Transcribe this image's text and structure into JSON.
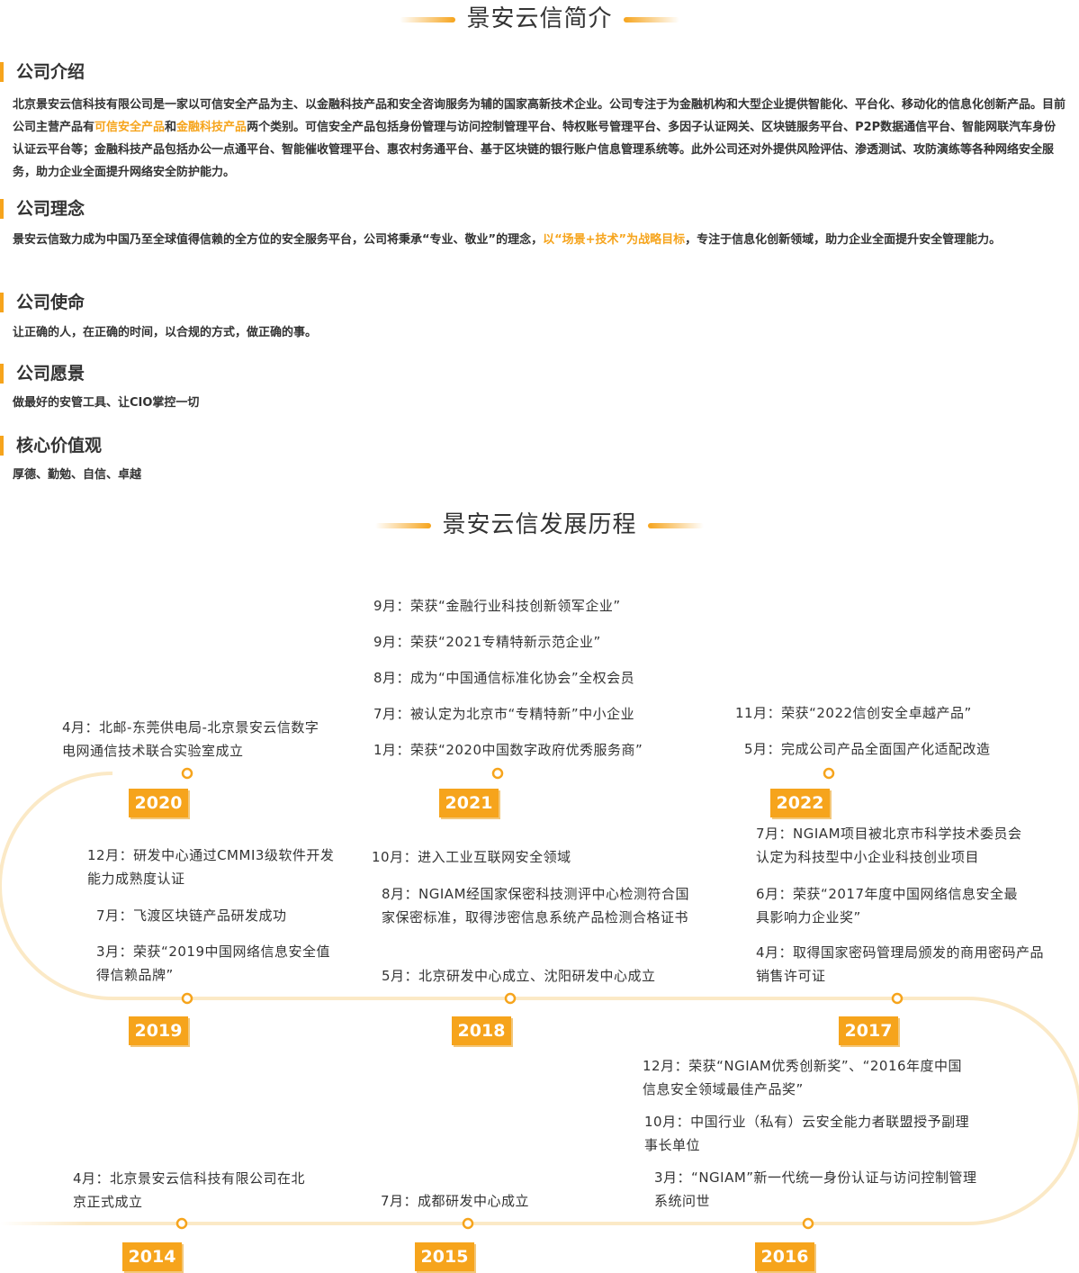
{
  "intro_title": "景安云信简介",
  "sections": [
    {
      "heading": "公司介绍",
      "text_a": "北京景安云信科技有限公司是一家以可信安全产品为主、以金融科技产品和安全咨询服务为辅的国家高新技术企业。公司专注于为金融机构和大型企业提供智能化、平台化、移动化的信息化创新产品。目前公司主营产品有",
      "hl1": "可信安全产品",
      "mid": "和",
      "hl2": "金融科技产品",
      "text_b": "两个类别。可信安全产品包括身份管理与访问控制管理平台、特权账号管理平台、多因子认证网关、区块链服务平台、P2P数据通信平台、智能网联汽车身份认证云平台等；金融科技产品包括办公一点通平台、智能催收管理平台、惠农村务通平台、基于区块链的银行账户信息管理系统等。此外公司还对外提供风险评估、渗透测试、攻防演练等各种网络安全服务，助力企业全面提升网络安全防护能力。"
    },
    {
      "heading": "公司理念",
      "text_a": "景安云信致力成为中国乃至全球值得信赖的全方位的安全服务平台，公司将秉承“专业、敬业”的理念，",
      "hl1": "以“场景+技术”为战略目标",
      "text_b": "，专注于信息化创新领域，助力企业全面提升安全管理能力。"
    },
    {
      "heading": "公司使命",
      "text_a": "让正确的人，在正确的时间，以合规的方式，做正确的事。"
    },
    {
      "heading": "公司愿景",
      "text_a": "做最好的安管工具、让CIO掌控一切"
    },
    {
      "heading": "核心价值观",
      "text_a": "厚德、勤勉、自信、卓越"
    }
  ],
  "history_title": "景安云信发展历程",
  "colors": {
    "accent": "#f6a41c",
    "track": "#fbe9c6"
  },
  "years": [
    "2020",
    "2021",
    "2022",
    "2019",
    "2018",
    "2017",
    "2014",
    "2015",
    "2016"
  ],
  "events": {
    "y2020": [
      "4月：北邮-东莞供电局-北京景安云信数字电网通信技术联合实验室成立"
    ],
    "y2021": [
      "9月：荣获“金融行业科技创新领军企业”",
      "9月：荣获“2021专精特新示范企业”",
      "8月：成为“中国通信标准化协会”全权会员",
      "7月：被认定为北京市“专精特新”中小企业",
      "1月：荣获“2020中国数字政府优秀服务商”"
    ],
    "y2022": [
      "11月：荣获“2022信创安全卓越产品”",
      "5月：完成公司产品全面国产化适配改造"
    ],
    "y2019": [
      "12月：研发中心通过CMMI3级软件开发能力成熟度认证",
      "7月：飞渡区块链产品研发成功",
      "3月：荣获“2019中国网络信息安全值得信赖品牌”"
    ],
    "y2018": [
      "10月：进入工业互联网安全领域",
      "8月：NGIAM经国家保密科技测评中心检测符合国家保密标准，取得涉密信息系统产品检测合格证书",
      "5月：北京研发中心成立、沈阳研发中心成立"
    ],
    "y2017": [
      "7月：NGIAM项目被北京市科学技术委员会认定为科技型中小企业科技创业项目",
      "6月：荣获“2017年度中国网络信息安全最具影响力企业奖”",
      "4月：取得国家密码管理局颁发的商用密码产品销售许可证"
    ],
    "y2016": [
      "12月：荣获“NGIAM优秀创新奖”、“2016年度中国信息安全领域最佳产品奖”",
      "10月：中国行业（私有）云安全能力者联盟授予副理事长单位",
      "3月：“NGIAM”新一代统一身份认证与访问控制管理系统问世"
    ],
    "y2014": [
      "4月：北京景安云信科技有限公司在北京正式成立"
    ],
    "y2015": [
      "7月：成都研发中心成立"
    ]
  }
}
